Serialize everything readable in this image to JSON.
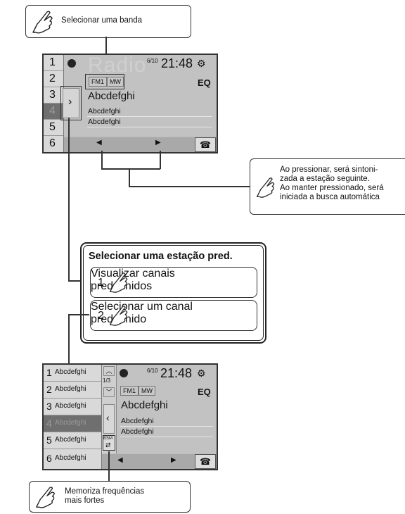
{
  "callouts": {
    "select_band": "Selecionar uma banda",
    "next_station_1": "Ao pressionar, será sintoni-",
    "next_station_2": "zada a estação seguinte.",
    "next_station_3": "Ao manter pressionado, será",
    "next_station_4": "iniciada a busca automática",
    "bsm_1": "Memoriza frequências",
    "bsm_2": "mais fortes"
  },
  "screen_top": {
    "presets": [
      "1",
      "2",
      "3",
      "4",
      "5",
      "6"
    ],
    "selected_preset_index": 3,
    "watermark": "Radio",
    "date": "6/10",
    "time": "21:48",
    "band_fm1": "FM1",
    "band_mw": "MW",
    "eq": "EQ",
    "station_name": "Abcdefghi",
    "line1": "Abcdefghi",
    "line2": "Abcdefghi",
    "nav_arrow": "›"
  },
  "preset_panel": {
    "title": "Selecionar uma estação pred.",
    "step1_num": "1",
    "step1_text_a": "Visualizar canais",
    "step1_text_b": "predefinidos",
    "step2_num": "2",
    "step2_text_a": "Selecionar um canal",
    "step2_text_b": "predefinido"
  },
  "screen_bottom": {
    "presets": [
      {
        "num": "1",
        "name": "Abcdefghi"
      },
      {
        "num": "2",
        "name": "Abcdefghi"
      },
      {
        "num": "3",
        "name": "Abcdefghi"
      },
      {
        "num": "4",
        "name": "Abcdefghi"
      },
      {
        "num": "5",
        "name": "Abcdefghi"
      },
      {
        "num": "6",
        "name": "Abcdefghi"
      }
    ],
    "selected_preset_index": 3,
    "page": "1/3",
    "date": "6/10",
    "time": "21:48",
    "band_fm1": "FM1",
    "band_mw": "MW",
    "eq": "EQ",
    "station_name": "Abcdefghi",
    "line1": "Abcdefghi",
    "line2": "Abcdefghi",
    "bsm": "BSM",
    "back_arrow": "‹"
  }
}
